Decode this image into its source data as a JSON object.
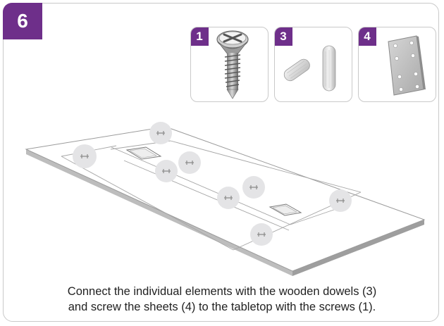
{
  "step": {
    "number": "6"
  },
  "parts": [
    {
      "number": "1",
      "icon": "screw-icon"
    },
    {
      "number": "3",
      "icon": "dowel-icon"
    },
    {
      "number": "4",
      "icon": "metal-plate-icon"
    }
  ],
  "caption": {
    "line1": "Connect the individual elements with the wooden dowels (3)",
    "line2": "and screw the sheets (4) to the tabletop with the screws (1)."
  },
  "colors": {
    "accent": "#6e2f8a",
    "highlight_circle": "#e4e4e6",
    "border": "#c9c9c9"
  }
}
